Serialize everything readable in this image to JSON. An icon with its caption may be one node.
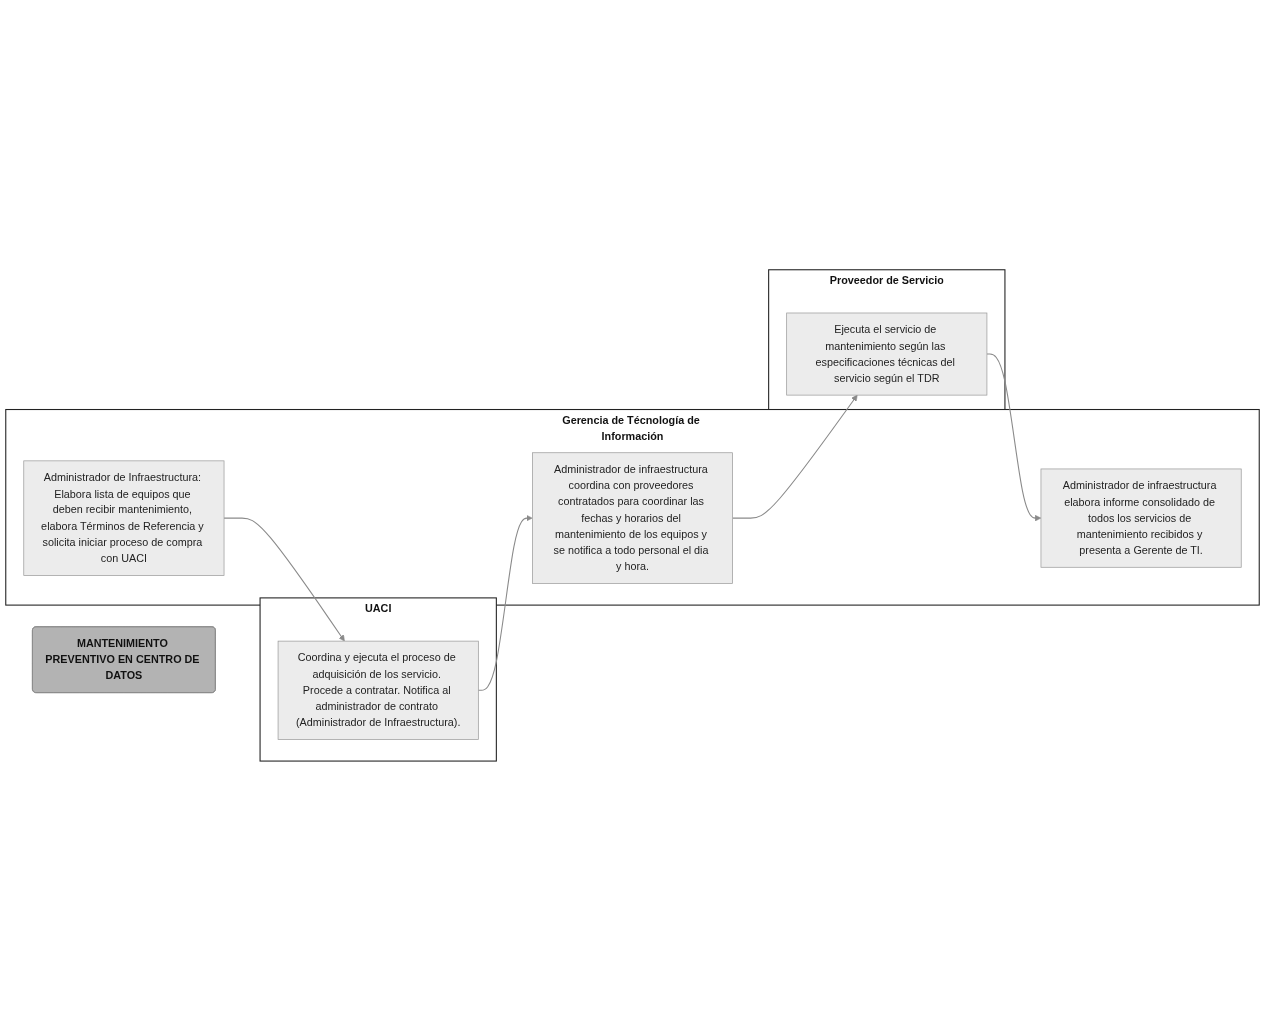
{
  "diagram": {
    "nodes": [
      {
        "text": [
          "UACI"
        ]
      },
      {
        "text": [
          "Gerencia de Técnología de Información"
        ]
      },
      {
        "text": [
          "Proveedor de Servicio"
        ]
      },
      {
        "text": [
          "MANTENIMIENTO PREVENTIVO EN CENTRO DE DATOS"
        ]
      },
      {
        "text": [
          "Administrador de Infraestructura: Elabora lista de equipos que deben recibir mantenimiento, elabora Términos de Referencia y solicita iniciar proceso de compra con UACI"
        ],
        "in": 1
      },
      {
        "text": [
          "Coordina y ejecuta el proceso de adquisición de los servicio. Procede a contratar. Notifica al administrador de contrato (Administrador de Infraestructura)."
        ],
        "in": 0
      },
      {
        "text": [
          "Administrador de infraestructura coordina con proveedores contratados para coordinar las fechas y horarios del mantenimiento de los equipos y se notifica a todo personal el dia y hora."
        ],
        "in": 1
      },
      {
        "text": [
          "Ejecuta el servicio de mantenimiento según las especificaciones técnicas del servicio según el TDR"
        ],
        "in": 2
      },
      {
        "text": [
          "Administrador de infraestructura elabora informe consolidado de todos los servicios de mantenimiento recibidos y presenta a Gerente de TI."
        ],
        "in": 1
      }
    ],
    "edges": [
      {
        "from": 4,
        "to": 5,
        "arrow": "to"
      },
      {
        "from": 5,
        "to": 6,
        "arrow": "to"
      },
      {
        "from": 6,
        "to": 7,
        "arrow": "to"
      },
      {
        "from": 7,
        "to": 8,
        "arrow": "to"
      }
    ]
  }
}
